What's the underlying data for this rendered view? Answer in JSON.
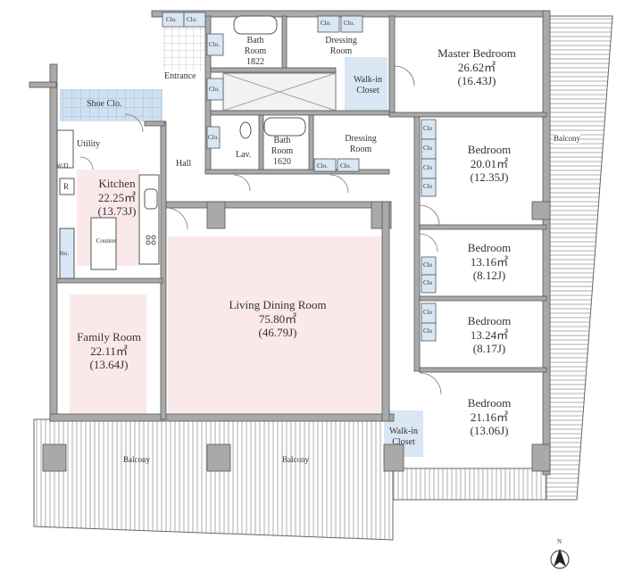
{
  "rooms": {
    "master_bedroom": {
      "name": "Master Bedroom",
      "area": "26.62㎡",
      "jo": "(16.43J)"
    },
    "bedroom_1": {
      "name": "Bedroom",
      "area": "20.01㎡",
      "jo": "(12.35J)"
    },
    "bedroom_2": {
      "name": "Bedroom",
      "area": "13.16㎡",
      "jo": "(8.12J)"
    },
    "bedroom_3": {
      "name": "Bedroom",
      "area": "13.24㎡",
      "jo": "(8.17J)"
    },
    "bedroom_4": {
      "name": "Bedroom",
      "area": "21.16㎡",
      "jo": "(13.06J)"
    },
    "ldk": {
      "name": "Living Dining Room",
      "area": "75.80㎡",
      "jo": "(46.79J)"
    },
    "family": {
      "name": "Family Room",
      "area": "22.11㎡",
      "jo": "(13.64J)"
    },
    "kitchen": {
      "name": "Kitchen",
      "area": "22.25㎡",
      "jo": "(13.73J)"
    },
    "bath_1": {
      "line1": "Bath",
      "line2": "Room",
      "size": "1822"
    },
    "bath_2": {
      "line1": "Bath",
      "line2": "Room",
      "size": "1620"
    },
    "dressing_1": {
      "line1": "Dressing",
      "line2": "Room"
    },
    "dressing_2": {
      "line1": "Dressing",
      "line2": "Room"
    },
    "walkin_1": {
      "line1": "Walk-in",
      "line2": "Closet"
    },
    "walkin_2": {
      "line1": "Walk-in",
      "line2": "Closet"
    }
  },
  "labels": {
    "entrance": "Entrance",
    "hall": "Hall",
    "lav": "Lav.",
    "utility": "Utility",
    "shoe": "Shoe Clo.",
    "counter": "Counter",
    "wd": "W/D",
    "r": "R",
    "sto": "Sto.",
    "clo": "Clo.",
    "clo_short": "Clo",
    "balcony": "Balcony",
    "north": "N"
  },
  "colors": {
    "wall": "#a9a9a9",
    "line": "#555555",
    "room_pink": "#fbe9ea",
    "closet_blue": "#d9e6f3",
    "tile_blue": "#cfe0f0"
  }
}
